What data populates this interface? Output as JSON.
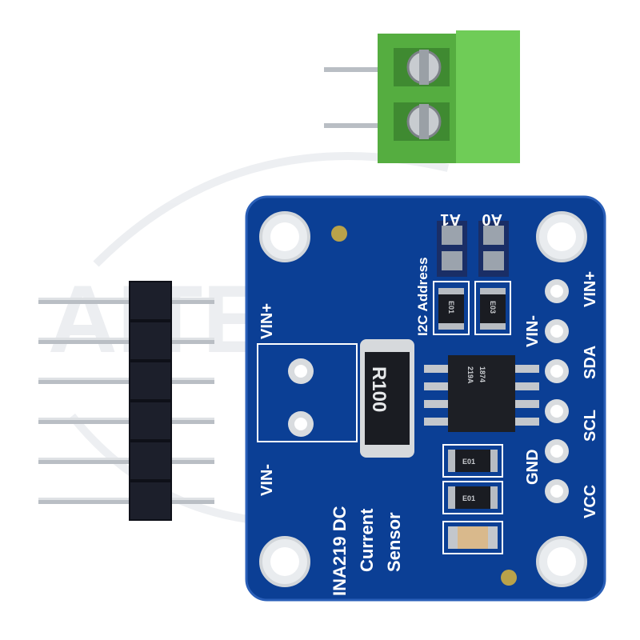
{
  "product": {
    "board_name_line1": "INA219 DC",
    "board_name_line2": "Current",
    "board_name_line3": "Sensor",
    "resistor_marking": "R100",
    "ic_marking_line1": "1874",
    "ic_marking_line2": "219A",
    "address_jumper_a1": "A1",
    "address_jumper_a0": "A0",
    "address_label": "I2C Address",
    "terminal_label_plus": "VIN+",
    "terminal_label_minus": "VIN-",
    "pin_labels": [
      "VIN+",
      "VIN-",
      "SDA",
      "SCL",
      "GND",
      "VCC"
    ],
    "smd_resistor_marking": "E01",
    "smd_resistor_marking_alt": "E03"
  },
  "colors": {
    "pcb": "#0b3f95",
    "pcb_edge": "#2a5fb8",
    "terminal_block": "#5fbf49",
    "header_plastic": "#1c1f2b",
    "pin_metal": "#b9bec4",
    "pad_gold": "#b9a24a"
  }
}
